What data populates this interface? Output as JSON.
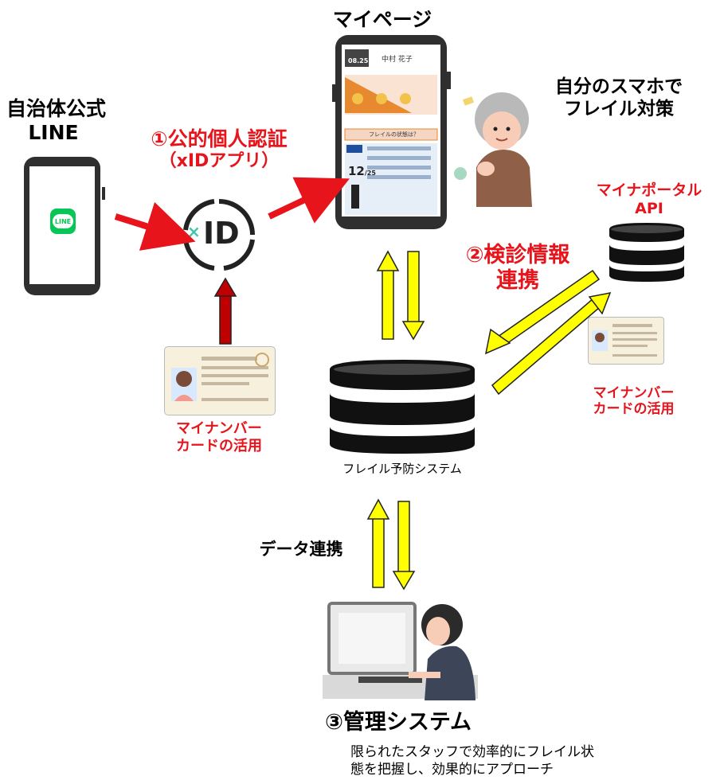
{
  "labels": {
    "line_title_1": "自治体公式",
    "line_title_2": "LINE",
    "line_logo": "LINE",
    "auth_title_1": "①公的個人認証",
    "auth_title_2": "（xIDアプリ）",
    "xid_logo_x": "×",
    "xid_logo_id": "ID",
    "mypage_title": "マイページ",
    "self_care_1": "自分のスマホで",
    "self_care_2": "フレイル対策",
    "portal_api_1": "マイナポータル",
    "portal_api_2": "API",
    "checkup_1": "②検診情報",
    "checkup_2": "連携",
    "mynumber_left_1": "マイナンバー",
    "mynumber_left_2": "カードの活用",
    "mynumber_right_1": "マイナンバー",
    "mynumber_right_2": "カードの活用",
    "frailty_system": "フレイル予防システム",
    "data_link": "データ連携",
    "management_title": "③管理システム",
    "management_desc_1": "限られたスタッフで効率的にフレイル状",
    "management_desc_2": "態を把握し、効果的にアプローチ"
  },
  "phone_screen": {
    "date": "08.25",
    "name": "中村 花子",
    "banner": "フレイルの状態は？",
    "day": "12",
    "day_suffix": "/25"
  },
  "colors": {
    "red": "#e8141b",
    "yellow": "#ffff00",
    "line_green": "#06c755",
    "db_black": "#111111"
  }
}
